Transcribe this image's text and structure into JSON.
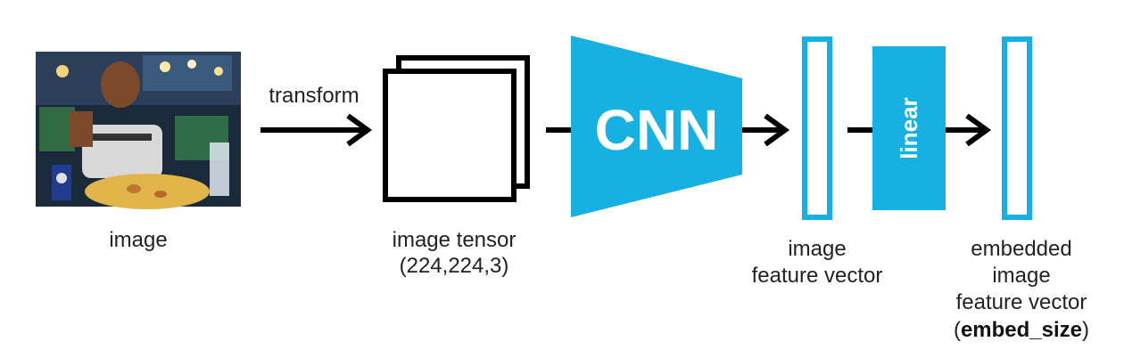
{
  "colors": {
    "accent": "#16b1e2",
    "stroke": "#000000",
    "text": "#222222"
  },
  "nodes": {
    "image": {
      "label": "image"
    },
    "transform": {
      "label": "transform"
    },
    "tensor": {
      "label_line1": "image tensor",
      "label_line2": "(224,224,3)"
    },
    "cnn": {
      "label": "CNN"
    },
    "feature": {
      "label_line1": "image",
      "label_line2": "feature vector"
    },
    "linear": {
      "label": "linear"
    },
    "embedded": {
      "label_line1": "embedded",
      "label_line2": "image",
      "label_line3": "feature vector",
      "label_line4_open": "(",
      "label_line4_bold": "embed_size",
      "label_line4_close": ")"
    }
  },
  "photo": {
    "description_icon": "photo-icon"
  }
}
